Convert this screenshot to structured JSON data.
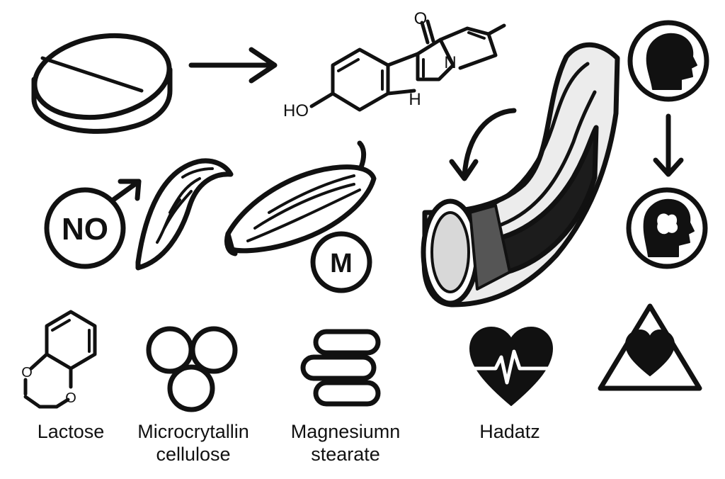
{
  "diagram": {
    "molecule_atoms": {
      "oxygen_ketone": "O",
      "nitrogen": "N",
      "hydroxyl": "HO",
      "hydrogen": "H"
    },
    "nitric_oxide_badge": "NO",
    "m_badge": "M",
    "excipients": {
      "lactose": "Lactose",
      "mcc_line1": "Microcrytallin",
      "mcc_line2": "cellulose",
      "mgst_line1": "Magnesiumn",
      "mgst_line2": "stearate"
    },
    "heart_label": "Hadatz"
  }
}
